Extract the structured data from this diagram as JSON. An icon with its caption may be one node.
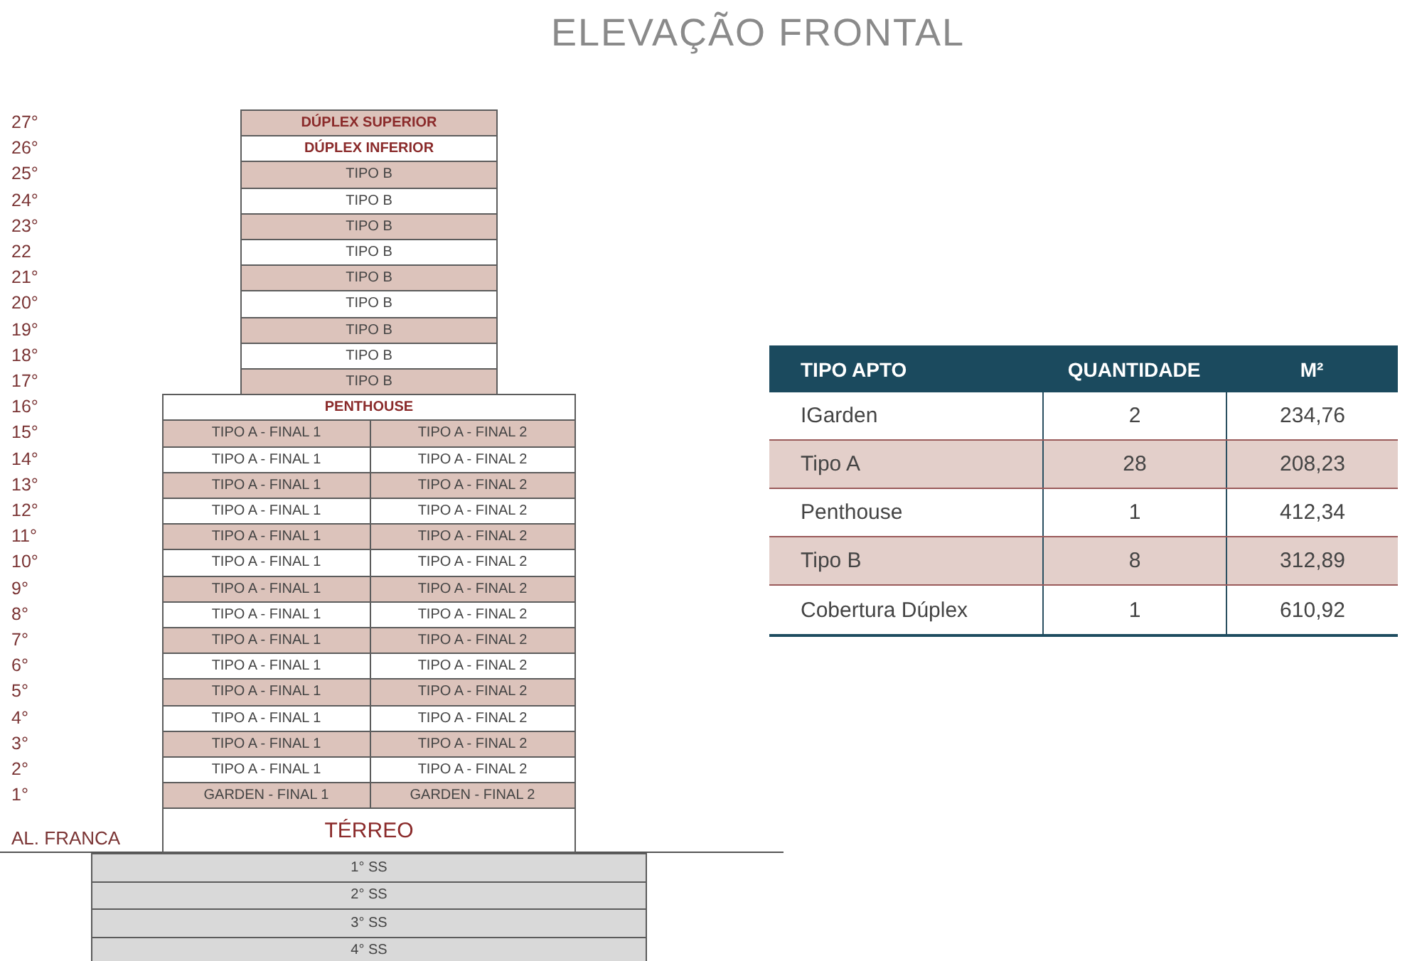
{
  "diagram": {
    "title": "ELEVAÇÃO FRONTAL",
    "nodes": [
      {
        "text": [
          "DÚPLEX SUPERIOR"
        ]
      },
      {
        "text": [
          "DÚPLEX INFERIOR"
        ]
      },
      {
        "text": [
          "TIPO B"
        ]
      },
      {
        "text": [
          "TIPO B"
        ]
      },
      {
        "text": [
          "TIPO B"
        ]
      },
      {
        "text": [
          "TIPO B"
        ]
      },
      {
        "text": [
          "TIPO B"
        ]
      },
      {
        "text": [
          "TIPO B"
        ]
      },
      {
        "text": [
          "TIPO B"
        ]
      },
      {
        "text": [
          "TIPO B"
        ]
      },
      {
        "text": [
          "TIPO B"
        ]
      },
      {
        "text": [
          "PENTHOUSE"
        ]
      },
      {
        "text": [
          "TIPO A - FINAL 1"
        ]
      },
      {
        "text": [
          "TIPO A - FINAL 2"
        ]
      },
      {
        "text": [
          "TIPO A - FINAL 1"
        ]
      },
      {
        "text": [
          "TIPO A - FINAL 2"
        ]
      },
      {
        "text": [
          "TIPO A - FINAL 1"
        ]
      },
      {
        "text": [
          "TIPO A - FINAL 2"
        ]
      },
      {
        "text": [
          "TIPO A - FINAL 1"
        ]
      },
      {
        "text": [
          "TIPO A - FINAL 2"
        ]
      },
      {
        "text": [
          "TIPO A - FINAL 1"
        ]
      },
      {
        "text": [
          "TIPO A - FINAL 2"
        ]
      },
      {
        "text": [
          "TIPO A - FINAL 1"
        ]
      },
      {
        "text": [
          "TIPO A - FINAL 2"
        ]
      },
      {
        "text": [
          "TIPO A - FINAL 1"
        ]
      },
      {
        "text": [
          "TIPO A - FINAL 2"
        ]
      },
      {
        "text": [
          "TIPO A - FINAL 1"
        ]
      },
      {
        "text": [
          "TIPO A - FINAL 2"
        ]
      },
      {
        "text": [
          "TIPO A - FINAL 1"
        ]
      },
      {
        "text": [
          "TIPO A - FINAL 2"
        ]
      },
      {
        "text": [
          "TIPO A - FINAL 1"
        ]
      },
      {
        "text": [
          "TIPO A - FINAL 2"
        ]
      },
      {
        "text": [
          "TIPO A - FINAL 1"
        ]
      },
      {
        "text": [
          "TIPO A - FINAL 2"
        ]
      },
      {
        "text": [
          "TIPO A - FINAL 1"
        ]
      },
      {
        "text": [
          "TIPO A - FINAL 2"
        ]
      },
      {
        "text": [
          "TIPO A - FINAL 1"
        ]
      },
      {
        "text": [
          "TIPO A - FINAL 2"
        ]
      },
      {
        "text": [
          "TIPO A - FINAL 1"
        ]
      },
      {
        "text": [
          "TIPO A - FINAL 2"
        ]
      },
      {
        "text": [
          "GARDEN - FINAL 1"
        ]
      },
      {
        "text": [
          "GARDEN - FINAL 2"
        ]
      },
      {
        "text": [
          "TÉRREO"
        ]
      },
      {
        "text": [
          "1° SS"
        ]
      },
      {
        "text": [
          "2° SS"
        ]
      },
      {
        "text": [
          "3° SS"
        ]
      },
      {
        "text": [
          "4° SS"
        ]
      }
    ],
    "labels": [
      "27°",
      "26°",
      "25°",
      "24°",
      "23°",
      "22",
      "21°",
      "20°",
      "19°",
      "18°",
      "17°",
      "16°",
      "15°",
      "14°",
      "13°",
      "12°",
      "11°",
      "10°",
      "9°",
      "8°",
      "7°",
      "6°",
      "5°",
      "4°",
      "3°",
      "2°",
      "1°",
      "AL. FRANCA",
      "TIPO APTO",
      "QUANTIDADE",
      "M²",
      "IGarden",
      "2",
      "234,76",
      "Tipo A",
      "28",
      "208,23",
      "Penthouse",
      "1",
      "412,34",
      "Tipo B",
      "8",
      "312,89",
      "Cobertura Dúplex",
      "1",
      "610,92"
    ]
  }
}
